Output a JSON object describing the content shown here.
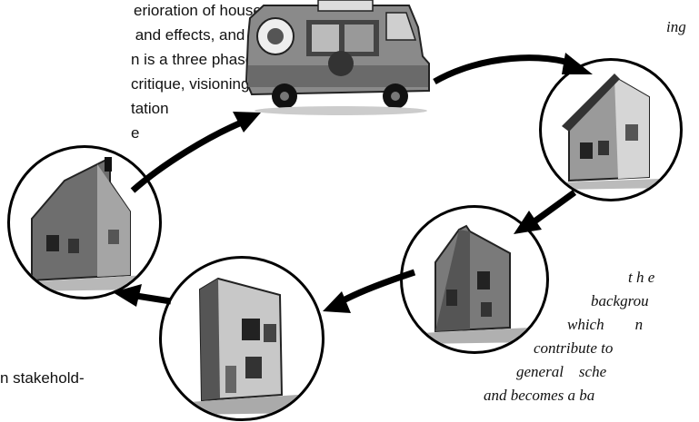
{
  "left_text": [
    "erioration of houses'",
    " and effects, and in",
    "n is a three phase",
    "critique, visioning",
    "tation",
    "e"
  ],
  "left_bottom_text": "n stakehold-",
  "top_right_text": "ing",
  "right_text": [
    "t h e",
    "backgrou",
    "which        n",
    "contribute to",
    "general    sche",
    "and becomes a ba"
  ],
  "images": {
    "van": "ice-cream-van-icon",
    "houses": [
      "house-icon",
      "house-icon",
      "house-icon",
      "house-icon"
    ]
  }
}
